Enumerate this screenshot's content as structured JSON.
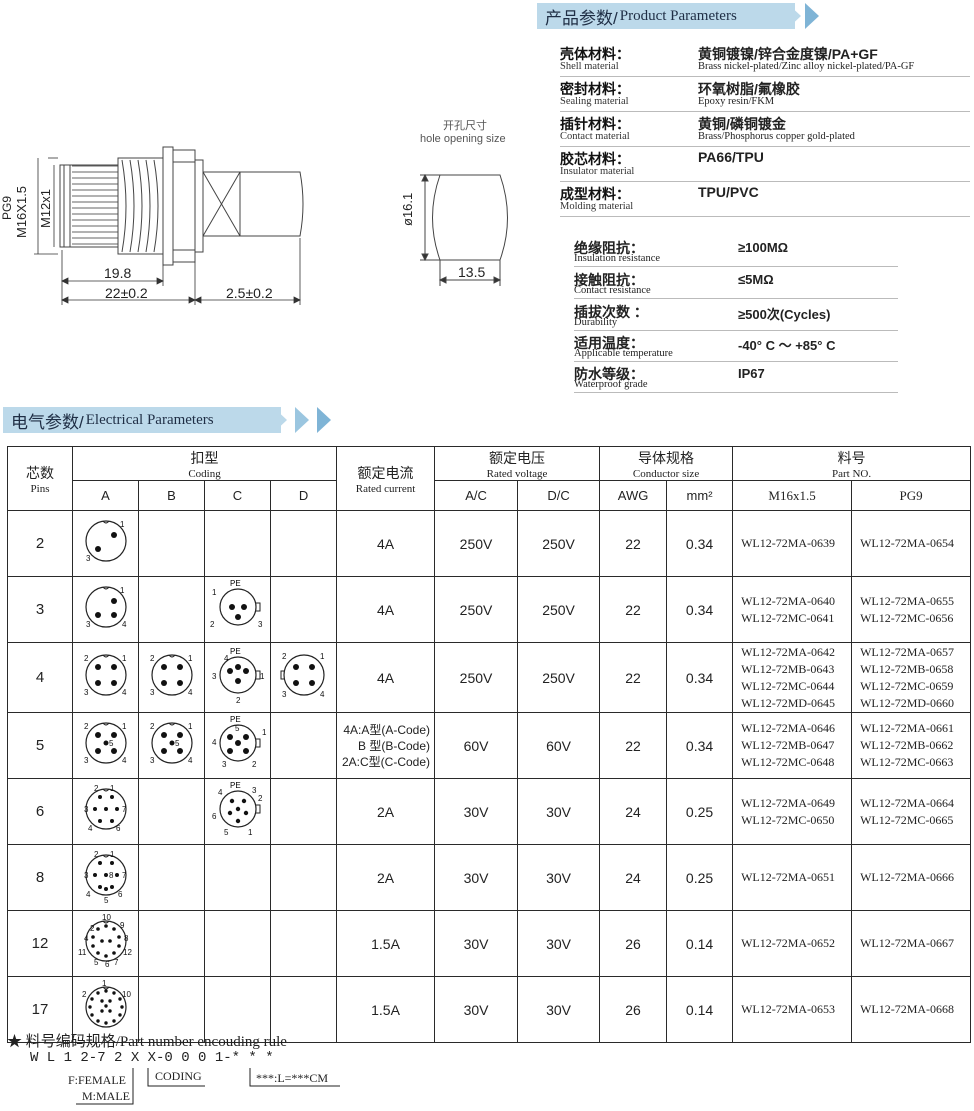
{
  "drawing": {
    "hole_title_zh": "开孔尺寸",
    "hole_title_en": "hole opening size",
    "dim_pg9": "PG9",
    "dim_m16": "M16X1.5",
    "dim_m12": "M12x1",
    "dim_198": "19.8",
    "dim_22": "22±0.2",
    "dim_25": "2.5±0.2",
    "dim_161": "ø16.1",
    "dim_135": "13.5"
  },
  "product": {
    "banner_zh": "产品参数/",
    "banner_en": "Product Parameters",
    "rows": [
      {
        "zh": "壳体材料：",
        "en": "Shell material",
        "v1": "黄铜镀镍/锌合金度镍/PA+GF",
        "v2": "Brass nickel-plated/Zinc alloy nickel-plated/PA-GF"
      },
      {
        "zh": "密封材料：",
        "en": "Sealing material",
        "v1": "环氧树脂/氟橡胶",
        "v2": "Epoxy resin/FKM"
      },
      {
        "zh": "插针材料：",
        "en": "Contact material",
        "v1": "黄铜/磷铜镀金",
        "v2": "Brass/Phosphorus copper gold-plated"
      },
      {
        "zh": "胶芯材料：",
        "en": "Insulator material",
        "v1": "PA66/TPU",
        "v2": ""
      },
      {
        "zh": "成型材料：",
        "en": "Molding material",
        "v1": "TPU/PVC",
        "v2": ""
      }
    ],
    "specs": [
      {
        "zh": "绝缘阻抗：",
        "en": "Insulation resistance",
        "v": "≥100MΩ"
      },
      {
        "zh": "接触阻抗：",
        "en": "Contact resistance",
        "v": "≤5MΩ"
      },
      {
        "zh": "插拔次数 ：",
        "en": "Durability",
        "v": "≥500次(Cycles)"
      },
      {
        "zh": "适用温度：",
        "en": "Applicable temperature",
        "v": "-40° C ～ +85° C"
      },
      {
        "zh": "防水等级：",
        "en": "Waterproof grade",
        "v": "IP67"
      }
    ]
  },
  "electrical": {
    "banner_zh": "电气参数/",
    "banner_en": "Electrical Parameters",
    "headers": {
      "pins_zh": "芯数",
      "pins_en": "Pins",
      "coding_zh": "扣型",
      "coding_en": "Coding",
      "coding_cols": [
        "A",
        "B",
        "C",
        "D"
      ],
      "current_zh": "额定电流",
      "current_en": "Rated current",
      "voltage_zh": "额定电压",
      "voltage_en": "Rated voltage",
      "voltage_cols": [
        "A/C",
        "D/C"
      ],
      "cond_zh": "导体规格",
      "cond_en": "Conductor size",
      "cond_cols": [
        "AWG",
        "mm²"
      ],
      "part_zh": "料号",
      "part_en": "Part NO.",
      "part_cols": [
        "M16x1.5",
        "PG9"
      ]
    },
    "rows": [
      {
        "pins": "2",
        "current": "4A",
        "ac": "250V",
        "dc": "250V",
        "awg": "22",
        "mm2": "0.34",
        "m16": [
          "WL12-72MA-0639"
        ],
        "pg9": [
          "WL12-72MA-0654"
        ]
      },
      {
        "pins": "3",
        "current": "4A",
        "ac": "250V",
        "dc": "250V",
        "awg": "22",
        "mm2": "0.34",
        "m16": [
          "WL12-72MA-0640",
          "WL12-72MC-0641"
        ],
        "pg9": [
          "WL12-72MA-0655",
          "WL12-72MC-0656"
        ]
      },
      {
        "pins": "4",
        "current": "4A",
        "ac": "250V",
        "dc": "250V",
        "awg": "22",
        "mm2": "0.34",
        "m16": [
          "WL12-72MA-0642",
          "WL12-72MB-0643",
          "WL12-72MC-0644",
          "WL12-72MD-0645"
        ],
        "pg9": [
          "WL12-72MA-0657",
          "WL12-72MB-0658",
          "WL12-72MC-0659",
          "WL12-72MD-0660"
        ]
      },
      {
        "pins": "5",
        "current_lines": [
          "4A:A型(A-Code)",
          "B 型(B-Code)",
          "2A:C型(C-Code)"
        ],
        "ac": "60V",
        "dc": "60V",
        "awg": "22",
        "mm2": "0.34",
        "m16": [
          "WL12-72MA-0646",
          "WL12-72MB-0647",
          "WL12-72MC-0648"
        ],
        "pg9": [
          "WL12-72MA-0661",
          "WL12-72MB-0662",
          "WL12-72MC-0663"
        ]
      },
      {
        "pins": "6",
        "current": "2A",
        "ac": "30V",
        "dc": "30V",
        "awg": "24",
        "mm2": "0.25",
        "m16": [
          "WL12-72MA-0649",
          "WL12-72MC-0650"
        ],
        "pg9": [
          "WL12-72MA-0664",
          "WL12-72MC-0665"
        ]
      },
      {
        "pins": "8",
        "current": "2A",
        "ac": "30V",
        "dc": "30V",
        "awg": "24",
        "mm2": "0.25",
        "m16": [
          "WL12-72MA-0651"
        ],
        "pg9": [
          "WL12-72MA-0666"
        ]
      },
      {
        "pins": "12",
        "current": "1.5A",
        "ac": "30V",
        "dc": "30V",
        "awg": "26",
        "mm2": "0.14",
        "m16": [
          "WL12-72MA-0652"
        ],
        "pg9": [
          "WL12-72MA-0667"
        ]
      },
      {
        "pins": "17",
        "current": "1.5A",
        "ac": "30V",
        "dc": "30V",
        "awg": "26",
        "mm2": "0.14",
        "m16": [
          "WL12-72MA-0653"
        ],
        "pg9": [
          "WL12-72MA-0668"
        ]
      }
    ]
  },
  "rule": {
    "title": "★ 料号编码规格/Part number encouding rule",
    "code": "W L 1 2-7 2 X X-0 0 0 1-* * *",
    "female": "F:FEMALE",
    "male": "M:MALE",
    "coding": "CODING",
    "length": "***:L=***CM"
  },
  "pin_labels": {
    "pe": "PE",
    "n1": "1",
    "n2": "2",
    "n3": "3",
    "n4": "4",
    "n5": "5",
    "n6": "6",
    "n7": "7",
    "n8": "8",
    "n9": "9",
    "n10": "10",
    "n11": "11",
    "n12": "12"
  }
}
